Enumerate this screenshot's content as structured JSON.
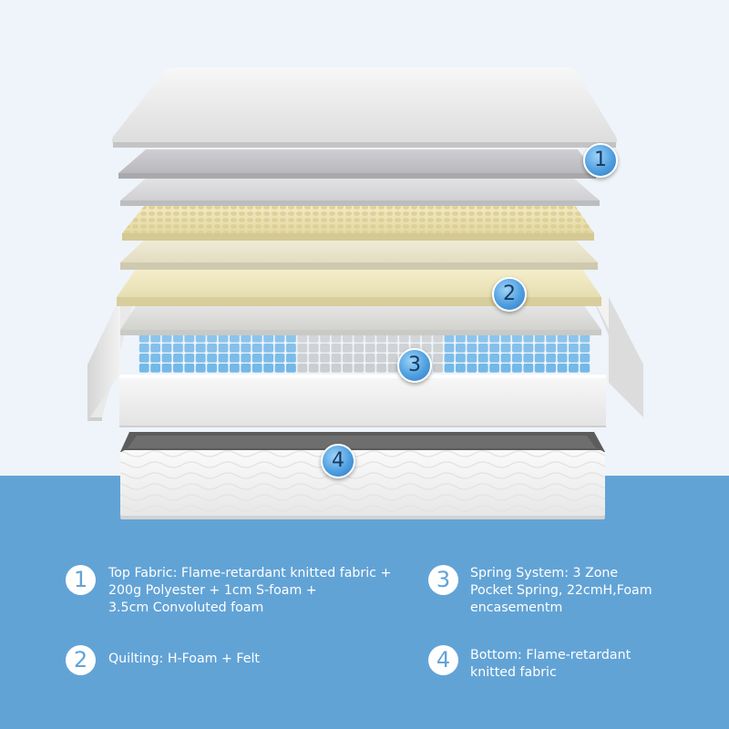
{
  "markers": [
    "1",
    "2",
    "3",
    "4"
  ],
  "legend": [
    {
      "num": "1",
      "lines": [
        "Top Fabric: Flame-retardant knitted fabric +",
        "200g Polyester + 1cm S-foam +",
        "3.5cm Convoluted foam"
      ]
    },
    {
      "num": "2",
      "lines": [
        "Quilting: H-Foam + Felt"
      ]
    },
    {
      "num": "3",
      "lines": [
        "Spring System: 3 Zone",
        "Pocket Spring, 22cmH,Foam",
        "encasementm"
      ]
    },
    {
      "num": "4",
      "lines": [
        "Bottom: Flame-retardant",
        "knitted fabric"
      ]
    }
  ],
  "colors": {
    "background_top": "#eef4f9",
    "background_bottom": "#62a3d6",
    "spring_blue": "#6cb4e6",
    "spring_grey": "#c9cbcd",
    "marker_blue": "#4f9fe0"
  }
}
